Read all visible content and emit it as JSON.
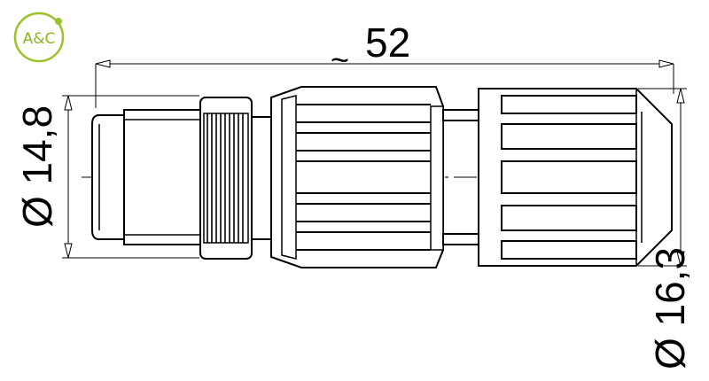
{
  "logo": {
    "text": "A&C",
    "color": "#9ac32a"
  },
  "dimensions": {
    "length": {
      "approx_symbol": "~",
      "value": "52"
    },
    "diameter_small": {
      "text": "Ø 14,8"
    },
    "diameter_large": {
      "text": "Ø 16,3"
    }
  },
  "colors": {
    "line": "#000000",
    "background": "#ffffff"
  }
}
